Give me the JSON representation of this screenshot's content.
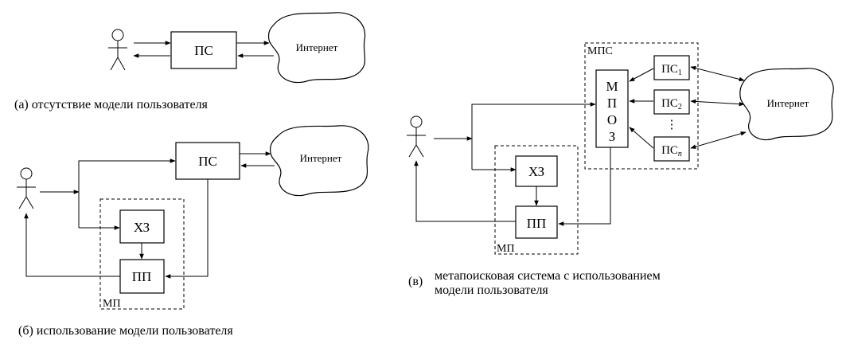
{
  "diagram_a": {
    "box_ps": "ПС",
    "internet": "Интернет",
    "caption": "(а) отсутствие модели пользователя"
  },
  "diagram_b": {
    "box_ps": "ПС",
    "internet": "Интернет",
    "box_hz": "ХЗ",
    "box_pp": "ПП",
    "region_mp": "МП",
    "caption": "(б) использование модели пользователя"
  },
  "diagram_c": {
    "region_mps": "МПС",
    "mpoz_letters": [
      "М",
      "П",
      "О",
      "З"
    ],
    "ps1": {
      "base": "ПС",
      "sub": "1"
    },
    "ps2": {
      "base": "ПС",
      "sub": "2"
    },
    "dots": "⋮",
    "psn": {
      "base": "ПС",
      "sub": "n"
    },
    "internet": "Интернет",
    "box_hz": "ХЗ",
    "box_pp": "ПП",
    "region_mp": "МП",
    "caption_prefix": "(в)",
    "caption_line1": "метапоисковая система с использованием",
    "caption_line2": "модели пользователя"
  }
}
